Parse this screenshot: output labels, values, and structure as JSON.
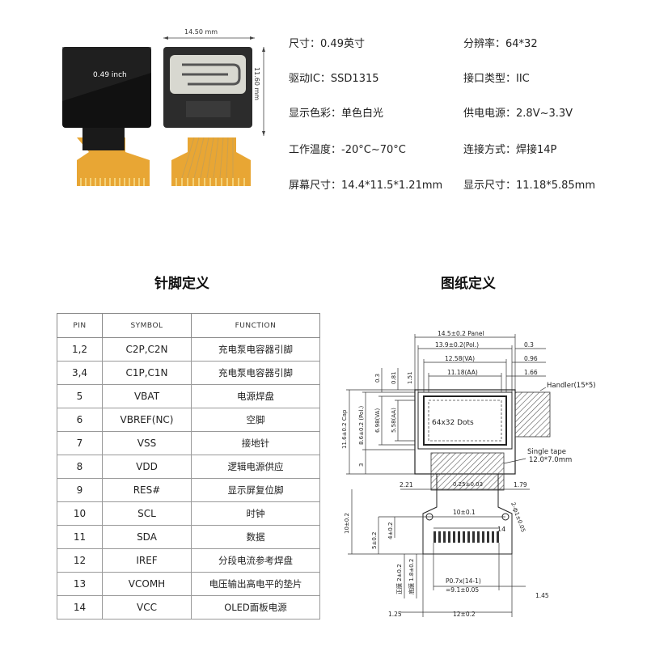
{
  "photo": {
    "width_label": "14.50 mm",
    "height_label": "11.60 mm",
    "screen_label": "0.49 inch"
  },
  "specs": [
    {
      "label": "尺寸：",
      "value": "0.49英寸"
    },
    {
      "label": "分辨率：",
      "value": "64*32"
    },
    {
      "label": "驱动IC：",
      "value": "SSD1315"
    },
    {
      "label": "接口类型：",
      "value": "IIC"
    },
    {
      "label": "显示色彩：",
      "value": "单色白光"
    },
    {
      "label": "供电电源：",
      "value": "2.8V~3.3V"
    },
    {
      "label": "工作温度：",
      "value": "-20°C~70°C"
    },
    {
      "label": "连接方式：",
      "value": "焊接14P"
    },
    {
      "label": "屏幕尺寸：",
      "value": "14.4*11.5*1.21mm"
    },
    {
      "label": "显示尺寸：",
      "value": "11.18*5.85mm"
    }
  ],
  "pin_section_title": "针脚定义",
  "drawing_section_title": "图纸定义",
  "pin_table": {
    "headers": [
      "PIN",
      "SYMBOL",
      "FUNCTION"
    ],
    "rows": [
      {
        "pin": "1,2",
        "symbol": "C2P,C2N",
        "function": "充电泵电容器引脚"
      },
      {
        "pin": "3,4",
        "symbol": "C1P,C1N",
        "function": "充电泵电容器引脚"
      },
      {
        "pin": "5",
        "symbol": "VBAT",
        "function": "电源焊盘"
      },
      {
        "pin": "6",
        "symbol": "VBREF(NC)",
        "function": "空脚"
      },
      {
        "pin": "7",
        "symbol": "VSS",
        "function": "接地针"
      },
      {
        "pin": "8",
        "symbol": "VDD",
        "function": "逻辑电源供应"
      },
      {
        "pin": "9",
        "symbol": "RES#",
        "function": "显示屏复位脚"
      },
      {
        "pin": "10",
        "symbol": "SCL",
        "function": "时钟"
      },
      {
        "pin": "11",
        "symbol": "SDA",
        "function": "数据"
      },
      {
        "pin": "12",
        "symbol": "IREF",
        "function": "分段电流参考焊盘"
      },
      {
        "pin": "13",
        "symbol": "VCOMH",
        "function": "电压输出高电平的垫片"
      },
      {
        "pin": "14",
        "symbol": "VCC",
        "function": "OLED面板电源"
      }
    ]
  },
  "drawing": {
    "panel": "14.5±0.2 Panel",
    "pol": "13.9±0.2(Pol.)",
    "va": "12.58(VA)",
    "aa": "11.18(AA)",
    "r_03": "0.3",
    "r_096": "0.96",
    "r_166": "1.66",
    "handler": "Handler(15*5)",
    "v_03": "0.3",
    "v_081": "0.81",
    "v_151": "1.51",
    "cap": "11.6±0.2 Cap",
    "pol_v": "8.6±0.2 (Pol.)",
    "va_v": "6.98(VA)",
    "aa_v": "5.58(AA)",
    "v_3": "3",
    "dots": "64x32 Dots",
    "single_tape": "Single tape",
    "tape_size": "12.0*7.0mm",
    "w221": "2.21",
    "w179": "1.79",
    "w025": "0.25±0.03",
    "w10": "10±0.1",
    "h10": "10±0.2",
    "h5": "5±0.2",
    "h4": "4±0.2",
    "hole": "2-ф1±0.05",
    "pins14": "14",
    "h18": "底膜 1.8±0.2",
    "h2": "正膜 2±0.2",
    "pitch1": "P0.7x(14-1)",
    "pitch2": "=9.1±0.05",
    "w145": "1.45",
    "w125": "1.25",
    "w12": "12±0.2"
  }
}
